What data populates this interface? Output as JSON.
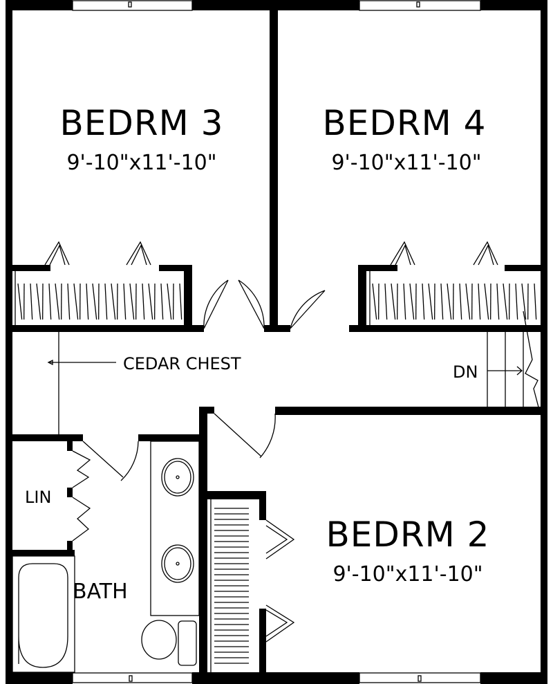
{
  "rooms": {
    "bedroom3": {
      "name": "BEDRM 3",
      "size": "9'-10\"x11'-10\""
    },
    "bedroom4": {
      "name": "BEDRM 4",
      "size": "9'-10\"x11'-10\""
    },
    "bedroom2": {
      "name": "BEDRM 2",
      "size": "9'-10\"x11'-10\""
    },
    "linen": {
      "name": "LIN"
    },
    "bath": {
      "name": "BATH"
    }
  },
  "annotations": {
    "cedar_chest": "CEDAR CHEST",
    "stairs_down": "DN"
  },
  "colors": {
    "line": "#000000",
    "background": "#ffffff"
  }
}
